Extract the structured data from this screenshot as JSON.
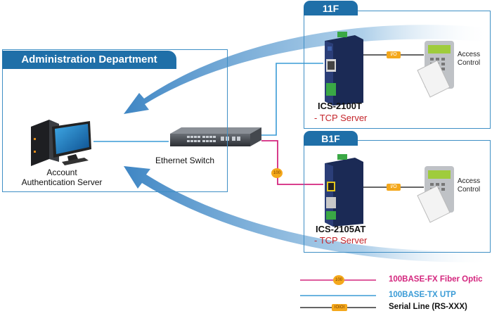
{
  "panels": {
    "floor_11f": "11F",
    "floor_b1f": "B1F",
    "admin": "Administration Department"
  },
  "devices": {
    "server_line1": "Account",
    "server_line2": "Authentication Server",
    "switch": "Ethernet Switch",
    "converter_top_name": "ICS-2100T",
    "converter_top_role": "- TCP Server",
    "converter_bottom_name": "ICS-2105AT",
    "converter_bottom_role": "- TCP Server",
    "access_top_line1": "Access",
    "access_top_line2": "Control",
    "access_bottom_line1": "Access",
    "access_bottom_line2": "Control",
    "io_top": "I/O",
    "io_bottom": "I/O",
    "fiber_badge": "100"
  },
  "legend": {
    "fiber_badge": "100",
    "fiber_label": "100BASE-FX Fiber Optic",
    "utp_label": "100BASE-TX UTP",
    "serial_badge": "IOIOI",
    "serial_label": "Serial Line (RS-XXX)"
  },
  "colors": {
    "fiber": "#d4267e",
    "utp": "#3a9bd6",
    "serial": "#333333",
    "badge": "#f4a81c",
    "arrow": "#4a90c8",
    "tab": "#1f6fa8",
    "role_text": "#c4252b"
  }
}
